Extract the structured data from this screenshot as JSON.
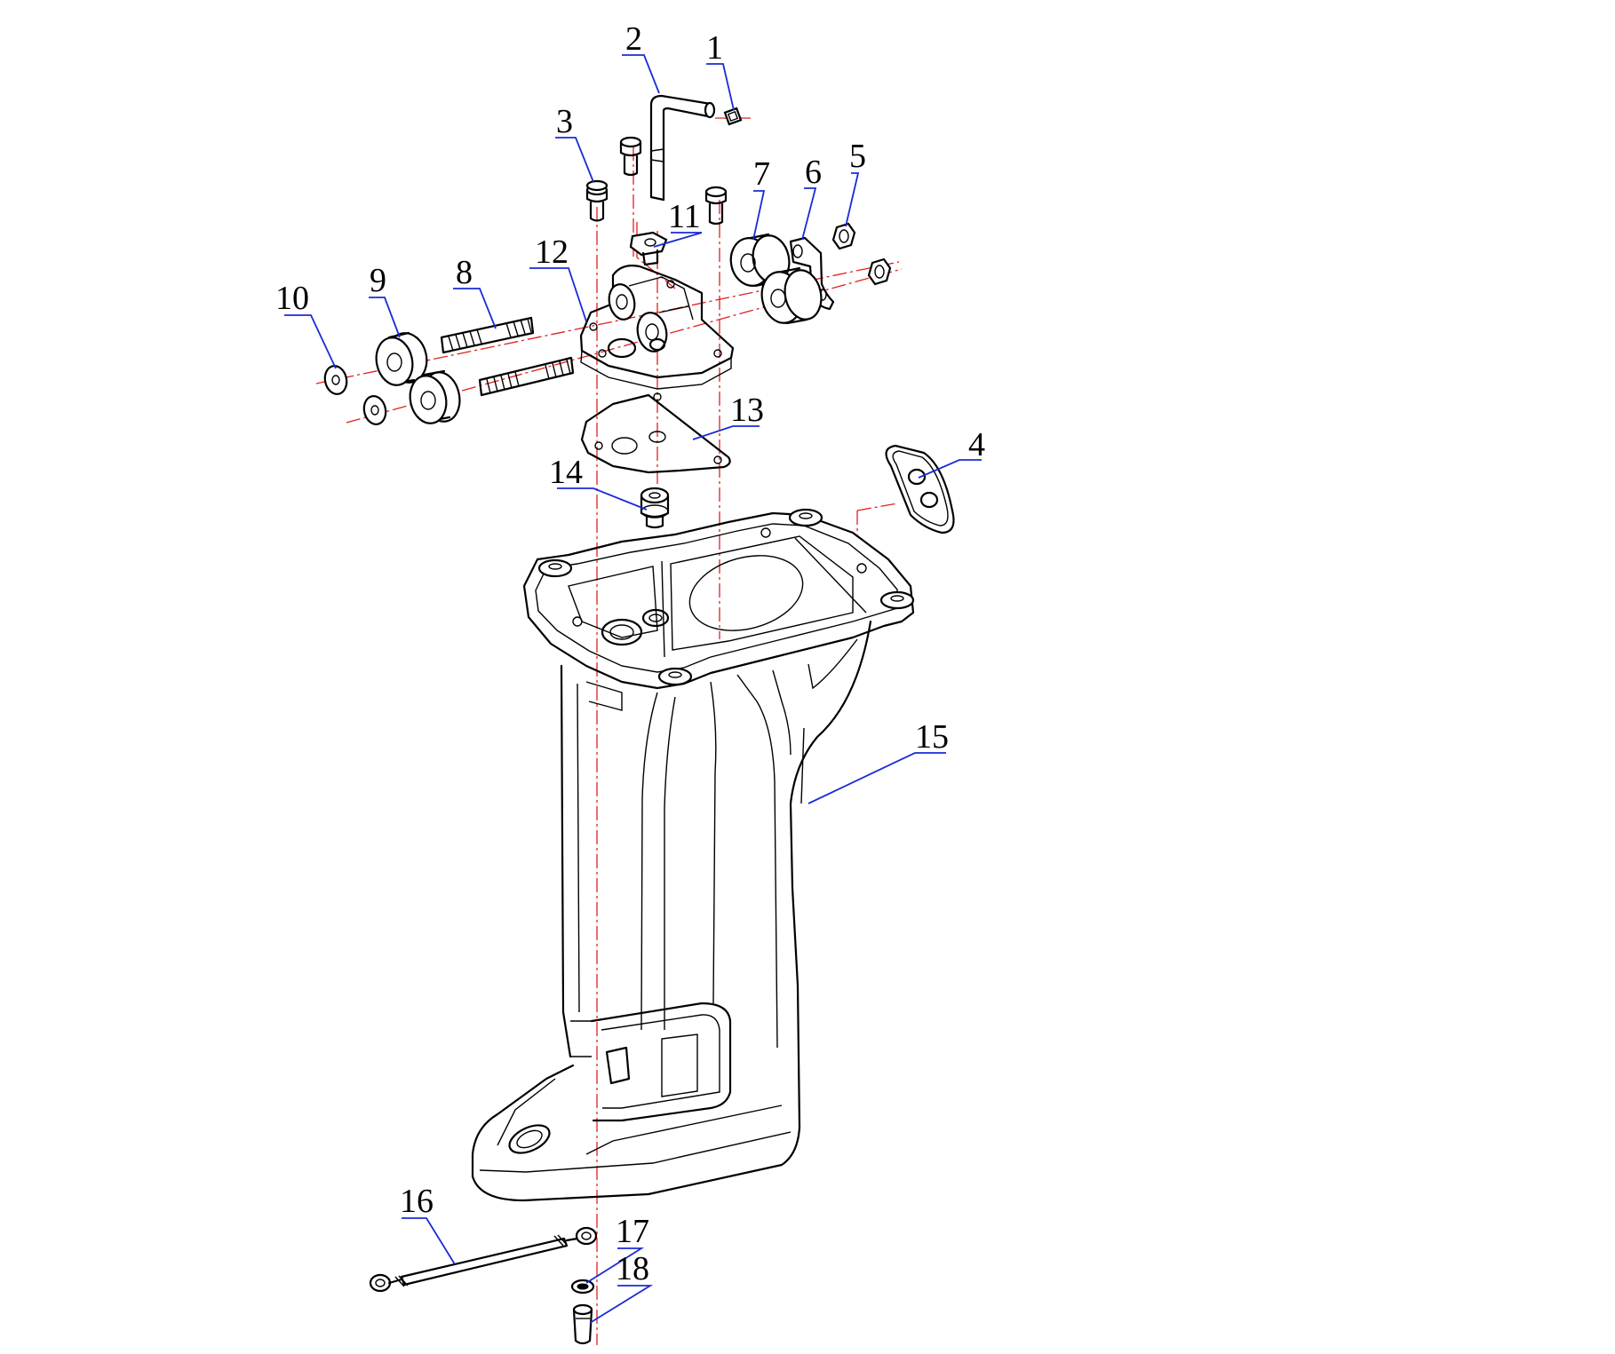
{
  "diagram": {
    "callouts": [
      {
        "label": "1"
      },
      {
        "label": "2"
      },
      {
        "label": "3"
      },
      {
        "label": "4"
      },
      {
        "label": "5"
      },
      {
        "label": "6"
      },
      {
        "label": "7"
      },
      {
        "label": "8"
      },
      {
        "label": "9"
      },
      {
        "label": "10"
      },
      {
        "label": "11"
      },
      {
        "label": "12"
      },
      {
        "label": "13"
      },
      {
        "label": "14"
      },
      {
        "label": "15"
      },
      {
        "label": "16"
      },
      {
        "label": "17"
      },
      {
        "label": "18"
      }
    ],
    "colors": {
      "line": "#000000",
      "centerline": "#e0201f",
      "leader": "#1a2bd6",
      "background": "#ffffff"
    }
  }
}
